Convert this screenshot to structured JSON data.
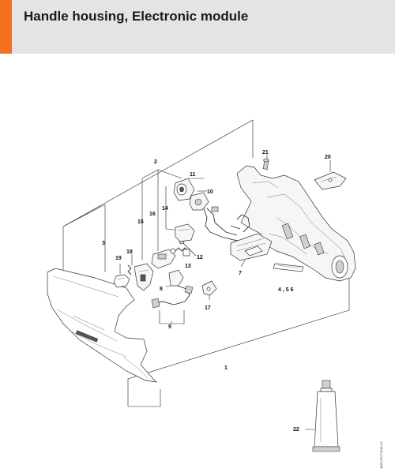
{
  "header": {
    "title": "Handle housing, Electronic module",
    "accent_color": "#f37021",
    "background_color": "#e4e4e4"
  },
  "diagram": {
    "callouts": {
      "p1": "1",
      "p2": "2",
      "p3": "3",
      "p456": "4 , 5  6",
      "p7": "7",
      "p8": "8",
      "p9": "9",
      "p10": "10",
      "p11": "11",
      "p12": "12",
      "p13": "13",
      "p14": "14",
      "p15": "15",
      "p16": "16",
      "p17": "17",
      "p18": "18",
      "p19": "19",
      "p20": "20",
      "p21": "21",
      "p22": "22"
    },
    "doc_code": "4863-GKT-0018-A2"
  }
}
